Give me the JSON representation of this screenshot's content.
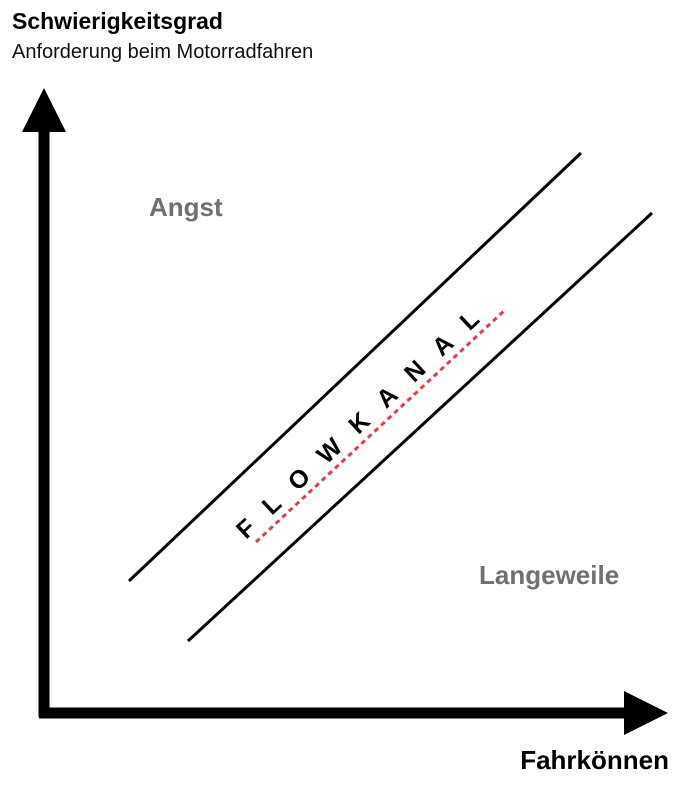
{
  "header": {
    "title": "Schwierigkeitsgrad",
    "subtitle": "Anforderung beim Motorradfahren"
  },
  "axes": {
    "x_label": "Fahrkönnen"
  },
  "regions": {
    "upper": "Angst",
    "lower": "Langeweile"
  },
  "channel": {
    "label": "FLOWKANAL",
    "letters": [
      "F",
      "L",
      "O",
      "W",
      "K",
      "A",
      "N",
      "A",
      "L"
    ],
    "guide_color": "#e0404a"
  },
  "colors": {
    "axis": "#000000",
    "region_text": "#707070"
  }
}
